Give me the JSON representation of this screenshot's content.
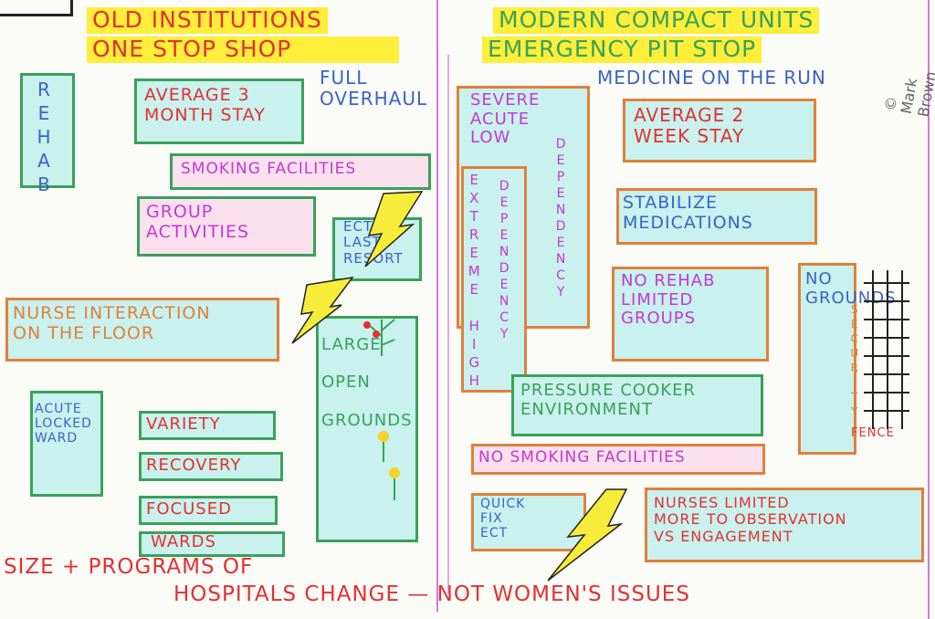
{
  "left_header": {
    "line1": "OLD INSTITUTIONS",
    "line2": "ONE STOP SHOP"
  },
  "right_header": {
    "line1": "MODERN COMPACT UNITS",
    "line2": "EMERGENCY PIT STOP"
  },
  "left": {
    "rehab": "REHAB",
    "avg_stay": "AVERAGE 3\nMONTH STAY",
    "full_overhaul": "FULL\nOVERHAUL",
    "smoking": "SMOKING FACILITIES",
    "group_activities": "GROUP\nACTIVITIES",
    "ect": "ECT\nLAST\nRESORT",
    "nurse_interaction": "NURSE INTERACTION\nON THE FLOOR",
    "large_open_grounds": "LARGE\n\nOPEN\n\nGROUNDS",
    "acute_locked": "ACUTE\nLOCKED\nWARD",
    "wards": [
      "VARIETY",
      "RECOVERY",
      "FOCUSED",
      "WARDS"
    ]
  },
  "right": {
    "medicine": "MEDICINE ON THE RUN",
    "severe_acute_low": "SEVERE\nACUTE\nLOW",
    "dependency1": "DEPENDENCY",
    "extreme_high": "EXTREME HIGH",
    "dependency2": "DEPENDENCY",
    "avg_stay": "AVERAGE 2\nWEEK STAY",
    "stabilize": "STABILIZE\nMEDICATIONS",
    "no_rehab": "NO REHAB\nLIMITED\nGROUPS",
    "no_grounds": "NO\nGROUNDS",
    "security": "SECURITY",
    "fence": "FENCE",
    "pressure": "PRESSURE COOKER\nENVIRONMENT",
    "no_smoking": "NO SMOKING FACILITIES",
    "quick_fix": "QUICK\nFIX\nECT",
    "nurses_limited": "NURSES LIMITED\nMORE TO OBSERVATION\nVS ENGAGEMENT"
  },
  "footer": {
    "line1": "SIZE + PROGRAMS OF",
    "line2": "HOSPITALS CHANGE — NOT WOMEN'S ISSUES"
  },
  "signature": "© Mark Brown",
  "colors": {
    "green": "#3aa15a",
    "orange": "#e0803a",
    "cyan": "#c9f1ee",
    "pink": "#fbe0ee",
    "yellow": "#ffee3a",
    "red": "#e2312f",
    "blue": "#3a64c8",
    "magenta": "#c23ad0"
  }
}
